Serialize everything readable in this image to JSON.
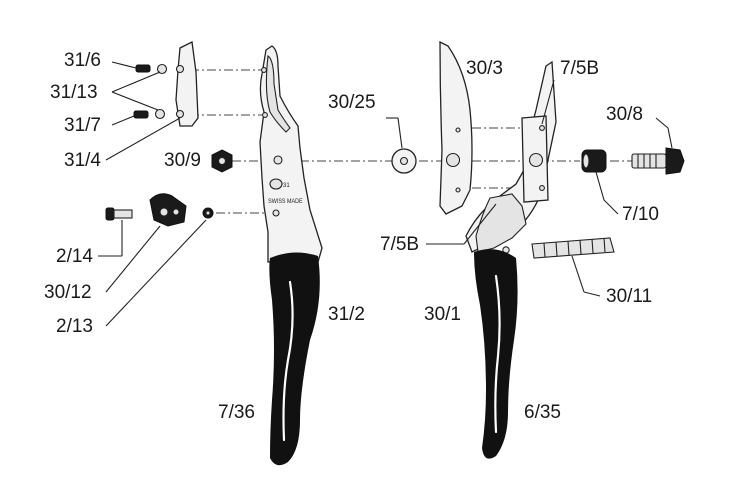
{
  "labels": {
    "l_31_6": "31/6",
    "l_31_13": "31/13",
    "l_31_7": "31/7",
    "l_31_4": "31/4",
    "l_30_9": "30/9",
    "l_2_14": "2/14",
    "l_30_12": "30/12",
    "l_2_13": "2/13",
    "l_31_2": "31/2",
    "l_7_36": "7/36",
    "l_30_25": "30/25",
    "l_30_3": "30/3",
    "l_7_5b_top": "7/5B",
    "l_30_8": "30/8",
    "l_7_10": "7/10",
    "l_7_5b_bottom": "7/5B",
    "l_30_11": "30/11",
    "l_30_1": "30/1",
    "l_6_35": "6/35"
  },
  "stamp": {
    "model": "31",
    "mark": "SWISS MADE"
  },
  "colors": {
    "grip": "#111111",
    "metal": "#f3f3f3",
    "line": "#222222"
  }
}
